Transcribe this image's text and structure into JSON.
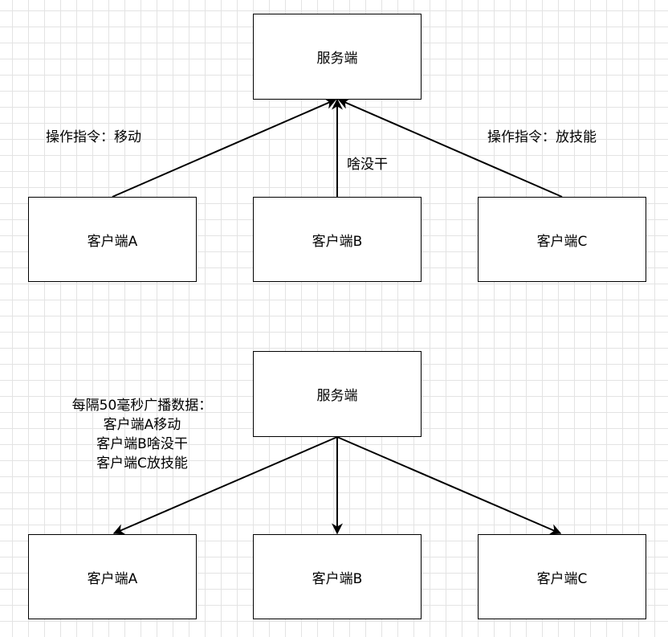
{
  "top": {
    "server": "服务端",
    "clients": [
      "客户端A",
      "客户端B",
      "客户端C"
    ],
    "edge_labels": {
      "a": "操作指令：移动",
      "b": "啥没干",
      "c": "操作指令：放技能"
    }
  },
  "bottom": {
    "server": "服务端",
    "clients": [
      "客户端A",
      "客户端B",
      "客户端C"
    ],
    "broadcast_lines": [
      "每隔50毫秒广播数据：",
      "客户端A移动",
      "客户端B啥没干",
      "客户端C放技能"
    ]
  },
  "colors": {
    "stroke": "#000000",
    "grid": "#e3e3e3",
    "background": "#ffffff"
  }
}
